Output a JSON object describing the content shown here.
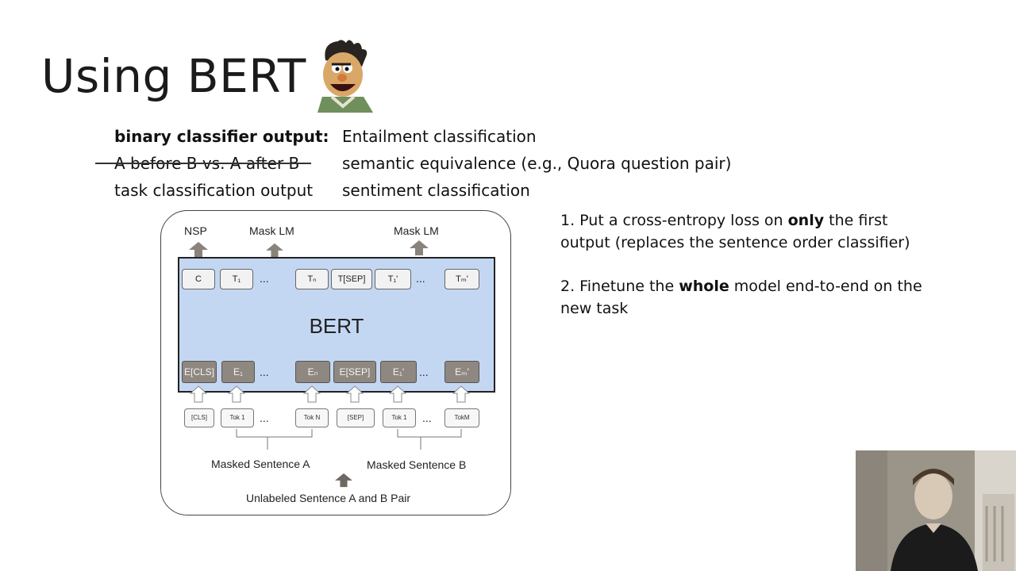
{
  "slide": {
    "title": "Using BERT",
    "rows": [
      {
        "left_bold": "binary classifier output:",
        "right": "Entailment classification"
      },
      {
        "left_strike": "A before B vs. A after B",
        "right": "semantic equivalence (e.g., Quora question pair)"
      },
      {
        "left": "task classification output",
        "right": "sentiment classification"
      }
    ],
    "notes": {
      "n1_pre": "1. Put a cross-entropy loss on ",
      "n1_bold": "only",
      "n1_post": " the first",
      "n1_line2": "output (replaces the sentence order classifier)",
      "n2_pre": "2. Finetune the ",
      "n2_bold": "whole",
      "n2_post": " model end-to-end on the",
      "n2_line2": "new task"
    }
  },
  "diagram": {
    "outputs": {
      "nsp": "NSP",
      "mask_lm_1": "Mask LM",
      "mask_lm_2": "Mask LM"
    },
    "top_tokens": [
      "C",
      "T₁",
      "Tₙ",
      "T[SEP]",
      "T₁'",
      "Tₘ'"
    ],
    "bert_label": "BERT",
    "embeddings": [
      "E[CLS]",
      "E₁",
      "Eₙ",
      "E[SEP]",
      "E₁'",
      "Eₘ'"
    ],
    "inputs": [
      "[CLS]",
      "Tok 1",
      "Tok N",
      "[SEP]",
      "Tok 1",
      "TokM"
    ],
    "ellipsis": "...",
    "sentence_a": "Masked Sentence A",
    "sentence_b": "Masked Sentence B",
    "pair_label": "Unlabeled Sentence A and B Pair"
  },
  "colors": {
    "bert_fill": "#c4d7f2",
    "embedding_fill": "#8f8880",
    "arrow_fill": "#8a837b"
  },
  "icons": [
    "bert-puppet-icon",
    "arrow-up-icon"
  ]
}
